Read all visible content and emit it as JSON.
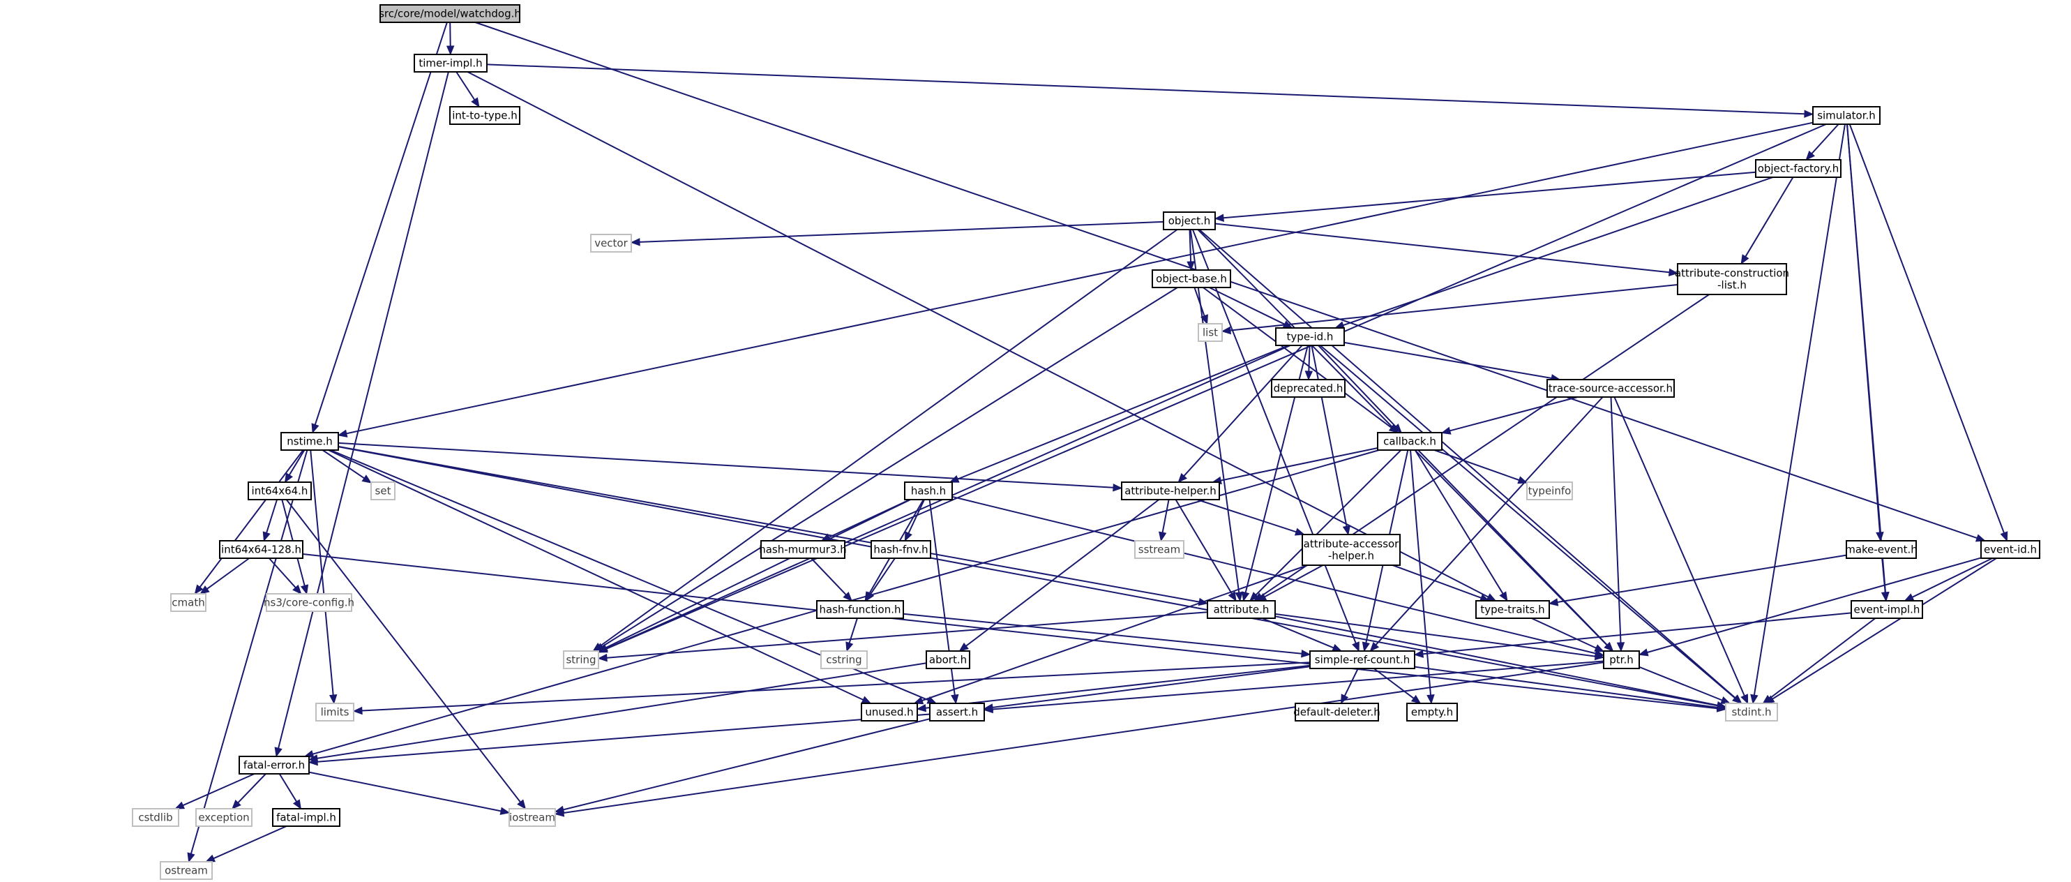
{
  "graph": {
    "title": "",
    "nodes": [
      {
        "id": "watchdog",
        "label": "src/core/model/watchdog.h",
        "kind": "root"
      },
      {
        "id": "timerimpl",
        "label": "timer-impl.h",
        "kind": "doc"
      },
      {
        "id": "inttotype",
        "label": "int-to-type.h",
        "kind": "doc"
      },
      {
        "id": "simulator",
        "label": "simulator.h",
        "kind": "doc"
      },
      {
        "id": "objfactory",
        "label": "object-factory.h",
        "kind": "doc"
      },
      {
        "id": "object",
        "label": "object.h",
        "kind": "doc"
      },
      {
        "id": "vector",
        "label": "vector",
        "kind": "sys"
      },
      {
        "id": "objbase",
        "label": "object-base.h",
        "kind": "doc"
      },
      {
        "id": "attrconstr",
        "label": "attribute-construction\n-list.h",
        "kind": "doc"
      },
      {
        "id": "list",
        "label": "list",
        "kind": "sys"
      },
      {
        "id": "typeid",
        "label": "type-id.h",
        "kind": "doc"
      },
      {
        "id": "deprecated",
        "label": "deprecated.h",
        "kind": "doc"
      },
      {
        "id": "tracesrc",
        "label": "trace-source-accessor.h",
        "kind": "doc"
      },
      {
        "id": "callback",
        "label": "callback.h",
        "kind": "doc"
      },
      {
        "id": "typeinfo",
        "label": "typeinfo",
        "kind": "sys"
      },
      {
        "id": "nstime",
        "label": "nstime.h",
        "kind": "doc"
      },
      {
        "id": "set",
        "label": "set",
        "kind": "sys"
      },
      {
        "id": "int64x64",
        "label": "int64x64.h",
        "kind": "doc"
      },
      {
        "id": "int64x64128",
        "label": "int64x64-128.h",
        "kind": "doc"
      },
      {
        "id": "cmath",
        "label": "cmath",
        "kind": "sys"
      },
      {
        "id": "coreconfig",
        "label": "ns3/core-config.h",
        "kind": "sys"
      },
      {
        "id": "hash",
        "label": "hash.h",
        "kind": "doc"
      },
      {
        "id": "hashmurmur",
        "label": "hash-murmur3.h",
        "kind": "doc"
      },
      {
        "id": "hashfnv",
        "label": "hash-fnv.h",
        "kind": "doc"
      },
      {
        "id": "hashfunc",
        "label": "hash-function.h",
        "kind": "doc"
      },
      {
        "id": "cstring",
        "label": "cstring",
        "kind": "sys"
      },
      {
        "id": "attrhelper",
        "label": "attribute-helper.h",
        "kind": "doc"
      },
      {
        "id": "sstream",
        "label": "sstream",
        "kind": "sys"
      },
      {
        "id": "attraccessor",
        "label": "attribute-accessor\n-helper.h",
        "kind": "doc"
      },
      {
        "id": "attribute",
        "label": "attribute.h",
        "kind": "doc"
      },
      {
        "id": "typetraits",
        "label": "type-traits.h",
        "kind": "doc"
      },
      {
        "id": "makeevent",
        "label": "make-event.h",
        "kind": "doc"
      },
      {
        "id": "eventid",
        "label": "event-id.h",
        "kind": "doc"
      },
      {
        "id": "eventimpl",
        "label": "event-impl.h",
        "kind": "doc"
      },
      {
        "id": "string",
        "label": "string",
        "kind": "sys"
      },
      {
        "id": "abort",
        "label": "abort.h",
        "kind": "doc"
      },
      {
        "id": "simplerefcount",
        "label": "simple-ref-count.h",
        "kind": "doc"
      },
      {
        "id": "ptr",
        "label": "ptr.h",
        "kind": "doc"
      },
      {
        "id": "limits",
        "label": "limits",
        "kind": "sys"
      },
      {
        "id": "unused",
        "label": "unused.h",
        "kind": "doc"
      },
      {
        "id": "assert",
        "label": "assert.h",
        "kind": "doc"
      },
      {
        "id": "defaultdeleter",
        "label": "default-deleter.h",
        "kind": "doc"
      },
      {
        "id": "empty",
        "label": "empty.h",
        "kind": "doc"
      },
      {
        "id": "stdint",
        "label": "stdint.h",
        "kind": "sys"
      },
      {
        "id": "fatalerror",
        "label": "fatal-error.h",
        "kind": "doc"
      },
      {
        "id": "cstdlib",
        "label": "cstdlib",
        "kind": "sys"
      },
      {
        "id": "exception",
        "label": "exception",
        "kind": "sys"
      },
      {
        "id": "fatalimpl",
        "label": "fatal-impl.h",
        "kind": "doc"
      },
      {
        "id": "iostream",
        "label": "iostream",
        "kind": "sys"
      },
      {
        "id": "ostream",
        "label": "ostream",
        "kind": "sys"
      }
    ],
    "edges": [
      [
        "watchdog",
        "timerimpl"
      ],
      [
        "watchdog",
        "nstime"
      ],
      [
        "watchdog",
        "eventid"
      ],
      [
        "timerimpl",
        "inttotype"
      ],
      [
        "timerimpl",
        "simulator"
      ],
      [
        "timerimpl",
        "fatalerror"
      ],
      [
        "timerimpl",
        "typetraits"
      ],
      [
        "simulator",
        "objfactory"
      ],
      [
        "simulator",
        "nstime"
      ],
      [
        "simulator",
        "makeevent"
      ],
      [
        "simulator",
        "eventid"
      ],
      [
        "simulator",
        "eventimpl"
      ],
      [
        "simulator",
        "string"
      ],
      [
        "simulator",
        "stdint"
      ],
      [
        "objfactory",
        "object"
      ],
      [
        "objfactory",
        "attrconstr"
      ],
      [
        "objfactory",
        "typeid"
      ],
      [
        "object",
        "vector"
      ],
      [
        "object",
        "objbase"
      ],
      [
        "object",
        "attrconstr"
      ],
      [
        "object",
        "attribute"
      ],
      [
        "object",
        "ptr"
      ],
      [
        "object",
        "string"
      ],
      [
        "object",
        "stdint"
      ],
      [
        "object",
        "simplerefcount"
      ],
      [
        "objbase",
        "list"
      ],
      [
        "objbase",
        "typeid"
      ],
      [
        "objbase",
        "callback"
      ],
      [
        "objbase",
        "string"
      ],
      [
        "attrconstr",
        "list"
      ],
      [
        "attrconstr",
        "attribute"
      ],
      [
        "typeid",
        "deprecated"
      ],
      [
        "typeid",
        "tracesrc"
      ],
      [
        "typeid",
        "callback"
      ],
      [
        "typeid",
        "hash"
      ],
      [
        "typeid",
        "attrhelper"
      ],
      [
        "typeid",
        "attraccessor"
      ],
      [
        "typeid",
        "attribute"
      ],
      [
        "typeid",
        "string"
      ],
      [
        "typeid",
        "stdint"
      ],
      [
        "tracesrc",
        "callback"
      ],
      [
        "tracesrc",
        "ptr"
      ],
      [
        "tracesrc",
        "simplerefcount"
      ],
      [
        "tracesrc",
        "stdint"
      ],
      [
        "callback",
        "typeinfo"
      ],
      [
        "callback",
        "attrhelper"
      ],
      [
        "callback",
        "attribute"
      ],
      [
        "callback",
        "typetraits"
      ],
      [
        "callback",
        "ptr"
      ],
      [
        "callback",
        "simplerefcount"
      ],
      [
        "callback",
        "empty"
      ],
      [
        "callback",
        "fatalerror"
      ],
      [
        "nstime",
        "set"
      ],
      [
        "nstime",
        "int64x64"
      ],
      [
        "nstime",
        "attrhelper"
      ],
      [
        "nstime",
        "attribute"
      ],
      [
        "nstime",
        "cmath"
      ],
      [
        "nstime",
        "limits"
      ],
      [
        "nstime",
        "ostream"
      ],
      [
        "nstime",
        "assert"
      ],
      [
        "nstime",
        "unused"
      ],
      [
        "nstime",
        "stdint"
      ],
      [
        "int64x64",
        "int64x64128"
      ],
      [
        "int64x64",
        "coreconfig"
      ],
      [
        "int64x64",
        "iostream"
      ],
      [
        "int64x64128",
        "cmath"
      ],
      [
        "int64x64128",
        "coreconfig"
      ],
      [
        "int64x64128",
        "stdint"
      ],
      [
        "hash",
        "hashmurmur"
      ],
      [
        "hash",
        "hashfnv"
      ],
      [
        "hash",
        "hashfunc"
      ],
      [
        "hash",
        "string"
      ],
      [
        "hash",
        "assert"
      ],
      [
        "hash",
        "ptr"
      ],
      [
        "hashmurmur",
        "hashfunc"
      ],
      [
        "hashfnv",
        "hashfunc"
      ],
      [
        "hashfunc",
        "cstring"
      ],
      [
        "hashfunc",
        "simplerefcount"
      ],
      [
        "attrhelper",
        "sstream"
      ],
      [
        "attrhelper",
        "attraccessor"
      ],
      [
        "attrhelper",
        "attribute"
      ],
      [
        "attrhelper",
        "abort"
      ],
      [
        "attraccessor",
        "attribute"
      ],
      [
        "attraccessor",
        "typetraits"
      ],
      [
        "attraccessor",
        "unused"
      ],
      [
        "attribute",
        "string"
      ],
      [
        "attribute",
        "ptr"
      ],
      [
        "attribute",
        "simplerefcount"
      ],
      [
        "attribute",
        "stdint"
      ],
      [
        "typetraits",
        "ptr"
      ],
      [
        "makeevent",
        "eventimpl"
      ],
      [
        "makeevent",
        "typetraits"
      ],
      [
        "eventid",
        "eventimpl"
      ],
      [
        "eventid",
        "ptr"
      ],
      [
        "eventid",
        "stdint"
      ],
      [
        "eventimpl",
        "simplerefcount"
      ],
      [
        "eventimpl",
        "stdint"
      ],
      [
        "abort",
        "fatalerror"
      ],
      [
        "simplerefcount",
        "defaultdeleter"
      ],
      [
        "simplerefcount",
        "empty"
      ],
      [
        "simplerefcount",
        "assert"
      ],
      [
        "simplerefcount",
        "unused"
      ],
      [
        "simplerefcount",
        "limits"
      ],
      [
        "simplerefcount",
        "stdint"
      ],
      [
        "ptr",
        "assert"
      ],
      [
        "ptr",
        "iostream"
      ],
      [
        "ptr",
        "stdint"
      ],
      [
        "assert",
        "fatalerror"
      ],
      [
        "assert",
        "iostream"
      ],
      [
        "fatalerror",
        "cstdlib"
      ],
      [
        "fatalerror",
        "exception"
      ],
      [
        "fatalerror",
        "fatalimpl"
      ],
      [
        "fatalerror",
        "iostream"
      ],
      [
        "fatalimpl",
        "ostream"
      ]
    ]
  }
}
